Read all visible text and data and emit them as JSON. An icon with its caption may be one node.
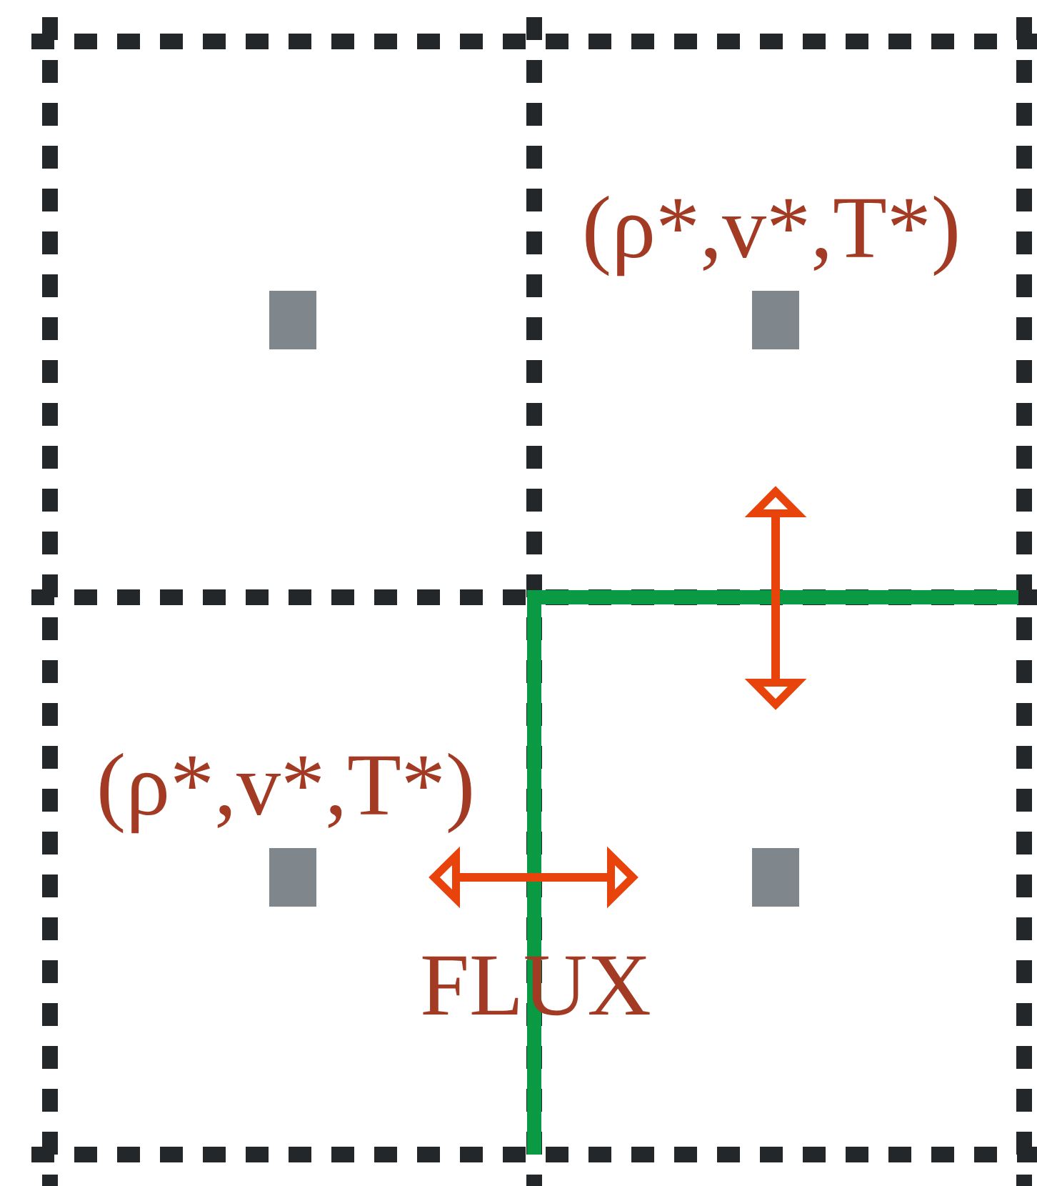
{
  "diagram": {
    "nodes": [
      {
        "text": [],
        "shape": "box"
      },
      {
        "text": [],
        "shape": "box"
      },
      {
        "text": [],
        "shape": "box"
      },
      {
        "text": [],
        "shape": "box"
      }
    ],
    "labels": [
      "(ρ*,v*,T*)",
      "(ρ*,v*,T*)",
      "FLUX"
    ]
  }
}
